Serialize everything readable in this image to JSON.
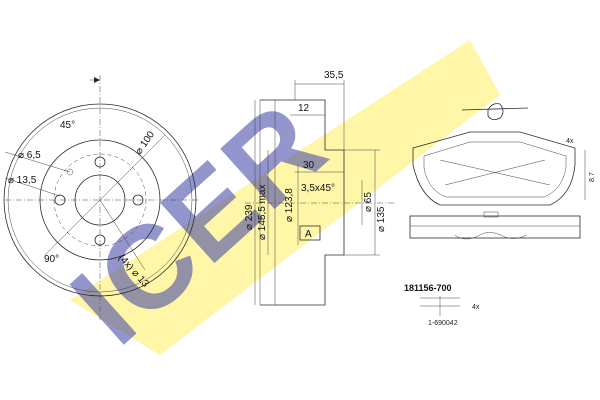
{
  "brand": {
    "logo_text": "ICER",
    "logo_color": "#fff6a8",
    "logo_text_color": "#3b3fa6"
  },
  "disc": {
    "angle_top": "45°",
    "angle_bottom": "90°",
    "dia_100": "⌀ 100",
    "dia_6_5": "⌀ 6,5",
    "dia_13_5": "⌀ 13,5",
    "m_thread": "(4x) ⌀ 13"
  },
  "section": {
    "width_35_5": "35,5",
    "dim_12": "12",
    "dim_30": "30",
    "chamfer": "3,5x45°",
    "dia_239": "⌀ 239",
    "dia_145_5": "⌀ 145,5 max",
    "dia_123_8": "⌀ 123,8",
    "dia_65": "⌀ 65",
    "dia_135": "⌀ 135",
    "marker": "A"
  },
  "pad": {
    "count": "4x",
    "thickness": "8.7"
  },
  "part": {
    "number": "181156-700",
    "accessory_count": "4x",
    "accessory_number": "1-690042"
  }
}
